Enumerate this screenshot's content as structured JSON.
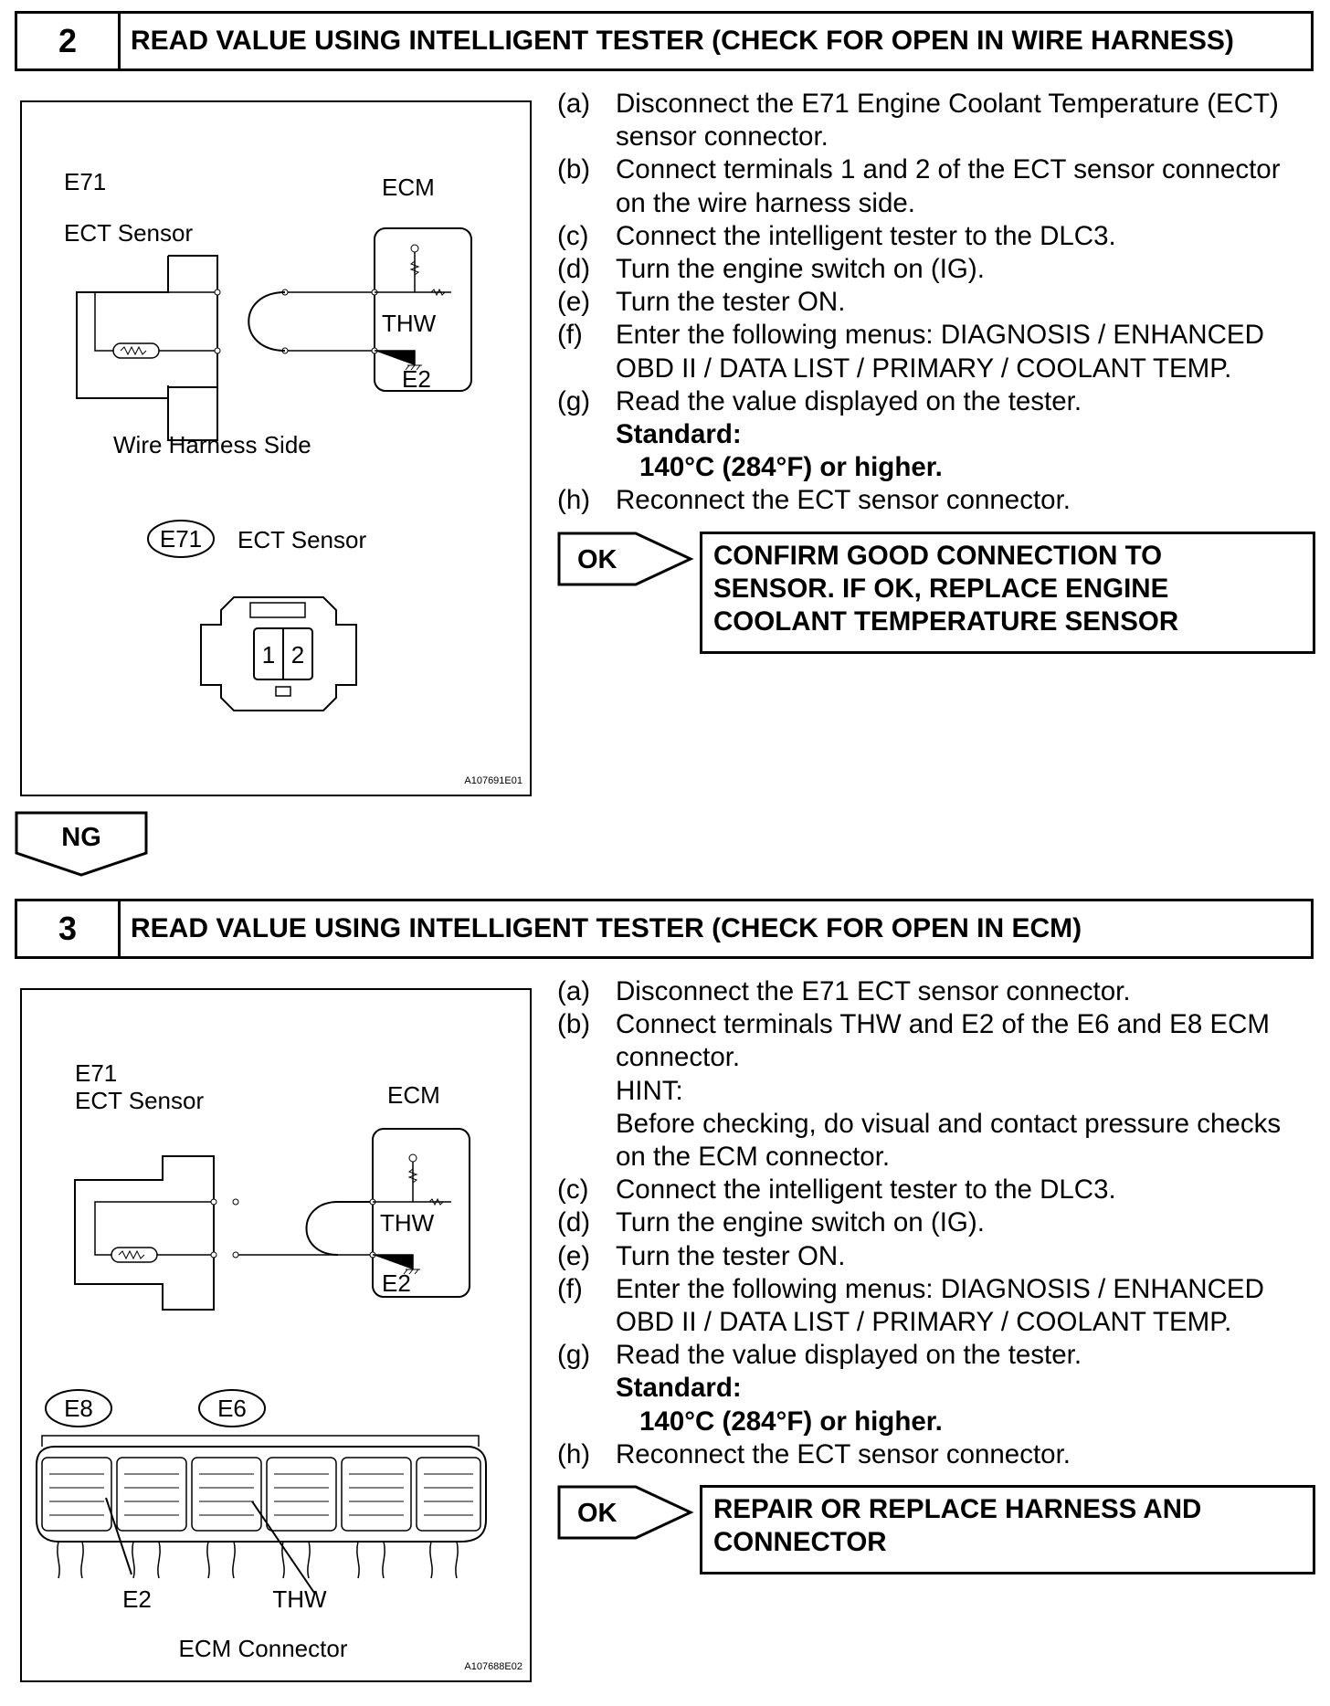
{
  "step2": {
    "number": "2",
    "title": "READ VALUE USING INTELLIGENT TESTER (CHECK FOR  OPEN IN WIRE HARNESS)",
    "figure": {
      "connector_id": "E71",
      "sensor_label": "ECT Sensor",
      "ecm_label": "ECM",
      "thw_label": "THW",
      "e2_label": "E2",
      "harness_side_label": "Wire Harness Side",
      "connector_badge": "E71",
      "connector_badge_caption": "ECT Sensor",
      "pin1": "1",
      "pin2": "2",
      "figure_code": "A107691E01"
    },
    "steps": [
      {
        "label": "(a)",
        "lines": [
          "Disconnect the E71 Engine Coolant Temperature (ECT)",
          "sensor connector."
        ]
      },
      {
        "label": "(b)",
        "lines": [
          "Connect terminals 1 and 2 of the ECT sensor connector",
          "on the wire harness side."
        ]
      },
      {
        "label": "(c)",
        "lines": [
          "Connect the intelligent tester to the DLC3."
        ]
      },
      {
        "label": "(d)",
        "lines": [
          "Turn the engine switch on (IG)."
        ]
      },
      {
        "label": "(e)",
        "lines": [
          "Turn the tester ON."
        ]
      },
      {
        "label": "(f)",
        "lines": [
          "Enter the following menus: DIAGNOSIS / ENHANCED",
          "OBD II / DATA LIST / PRIMARY / COOLANT TEMP."
        ]
      },
      {
        "label": "(g)",
        "lines": [
          "Read the value displayed on the tester."
        ]
      }
    ],
    "standard_label": "Standard:",
    "standard_value": "140°C (284°F) or higher.",
    "final_step": {
      "label": "(h)",
      "text": "Reconnect the ECT sensor connector."
    },
    "ok_label": "OK",
    "ok_result": [
      "CONFIRM GOOD CONNECTION TO",
      "SENSOR. IF OK, REPLACE ENGINE",
      "COOLANT TEMPERATURE SENSOR"
    ]
  },
  "ng_label": "NG",
  "step3": {
    "number": "3",
    "title": "READ VALUE USING INTELLIGENT TESTER (CHECK FOR OPEN IN ECM)",
    "figure": {
      "connector_id": "E71",
      "sensor_label": "ECT Sensor",
      "ecm_label": "ECM",
      "thw_label": "THW",
      "e2_label": "E2",
      "badge_e8": "E8",
      "badge_e6": "E6",
      "pointer_e2": "E2",
      "pointer_thw": "THW",
      "ecm_connector_label": "ECM Connector",
      "figure_code": "A107688E02"
    },
    "steps": [
      {
        "label": "(a)",
        "lines": [
          "Disconnect the E71 ECT sensor connector."
        ]
      },
      {
        "label": "(b)",
        "lines": [
          "Connect terminals THW and E2 of the E6 and E8 ECM",
          "connector.",
          "HINT:",
          "Before checking, do visual and contact pressure checks",
          "on the ECM connector."
        ]
      },
      {
        "label": "(c)",
        "lines": [
          "Connect the intelligent tester to the DLC3."
        ]
      },
      {
        "label": "(d)",
        "lines": [
          "Turn the engine switch on (IG)."
        ]
      },
      {
        "label": "(e)",
        "lines": [
          "Turn the tester ON."
        ]
      },
      {
        "label": "(f)",
        "lines": [
          "Enter the following menus: DIAGNOSIS / ENHANCED",
          "OBD II / DATA LIST / PRIMARY / COOLANT TEMP."
        ]
      },
      {
        "label": "(g)",
        "lines": [
          "Read the value displayed on the tester."
        ]
      }
    ],
    "standard_label": "Standard:",
    "standard_value": "140°C (284°F) or higher.",
    "final_step": {
      "label": "(h)",
      "text": "Reconnect the ECT sensor connector."
    },
    "ok_label": "OK",
    "ok_result": [
      "REPAIR OR REPLACE HARNESS AND",
      "CONNECTOR"
    ]
  }
}
